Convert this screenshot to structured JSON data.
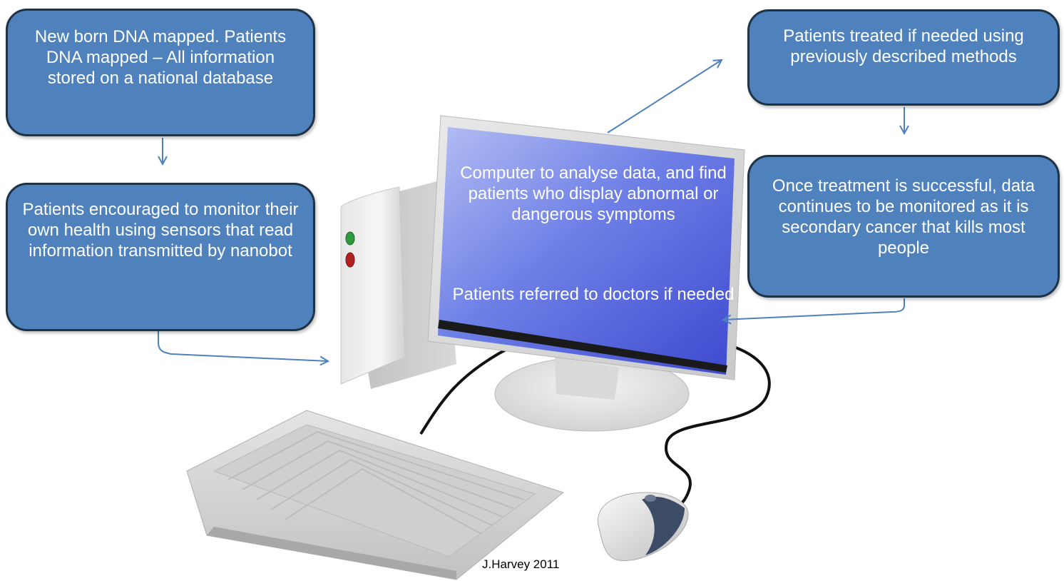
{
  "boxes": {
    "dna": "New born DNA mapped. Patients DNA mapped – All information stored on a national database",
    "monitor": "Patients encouraged to monitor their own health using sensors that read information transmitted by nanobot",
    "treated": "Patients treated if needed using previously described methods",
    "success": "Once treatment is successful, data continues to be monitored as it is secondary cancer that kills most people"
  },
  "screen": {
    "line1": "Computer to analyse data, and find patients who display abnormal or dangerous symptoms",
    "line2": "Patients referred to doctors if needed"
  },
  "credit": "J.Harvey 2011",
  "colors": {
    "box_fill": "#4f81bd",
    "box_border": "#1f3346",
    "arrow": "#4f81bd",
    "screen": "#4f5fd8"
  },
  "icons": [
    "computer-tower-icon",
    "monitor-icon",
    "keyboard-icon",
    "mouse-icon"
  ]
}
